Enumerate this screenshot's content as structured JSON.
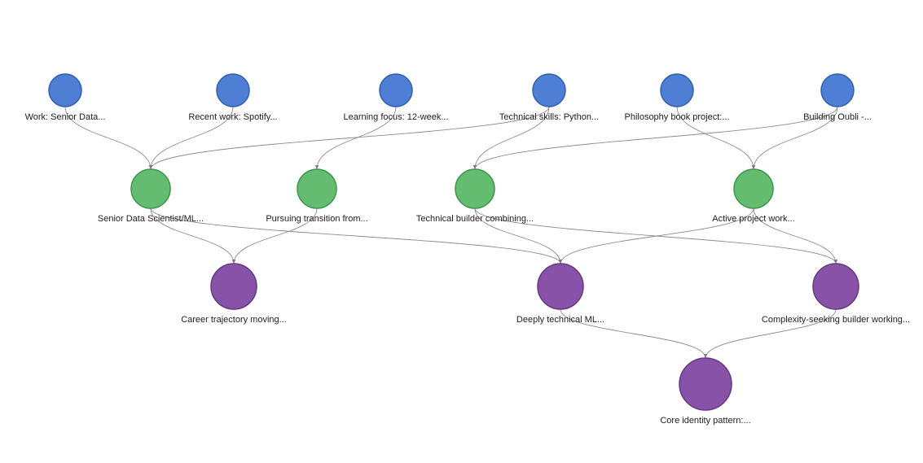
{
  "colors": {
    "fact": "#4f7fd5",
    "fact_stroke": "#2f5fae",
    "trait": "#63bc6f",
    "trait_stroke": "#3f9449",
    "pattern": "#8852a9",
    "pattern_stroke": "#66397f",
    "edge": "#8c8c8c"
  },
  "nodes": [
    {
      "id": "f1",
      "tier": "fact",
      "label": "Work: Senior Data..."
    },
    {
      "id": "f2",
      "tier": "fact",
      "label": "Recent work: Spotify..."
    },
    {
      "id": "f3",
      "tier": "fact",
      "label": "Learning focus: 12-week..."
    },
    {
      "id": "f4",
      "tier": "fact",
      "label": "Technical skills: Python..."
    },
    {
      "id": "f5",
      "tier": "fact",
      "label": "Philosophy book project:..."
    },
    {
      "id": "f6",
      "tier": "fact",
      "label": "Building Oubli -..."
    },
    {
      "id": "t1",
      "tier": "trait",
      "label": "Senior Data Scientist/ML..."
    },
    {
      "id": "t2",
      "tier": "trait",
      "label": "Pursuing transition from..."
    },
    {
      "id": "t3",
      "tier": "trait",
      "label": "Technical builder combining..."
    },
    {
      "id": "t4",
      "tier": "trait",
      "label": "Active project work..."
    },
    {
      "id": "p1",
      "tier": "pattern",
      "label": "Career trajectory moving..."
    },
    {
      "id": "p2",
      "tier": "pattern",
      "label": "Deeply technical ML..."
    },
    {
      "id": "p3",
      "tier": "pattern",
      "label": "Complexity-seeking builder working..."
    },
    {
      "id": "c1",
      "tier": "core",
      "label": "Core identity pattern:..."
    }
  ],
  "edges": [
    {
      "from": "f1",
      "to": "t1"
    },
    {
      "from": "f2",
      "to": "t1"
    },
    {
      "from": "f4",
      "to": "t1"
    },
    {
      "from": "f3",
      "to": "t2"
    },
    {
      "from": "f4",
      "to": "t3"
    },
    {
      "from": "f6",
      "to": "t3"
    },
    {
      "from": "f5",
      "to": "t4"
    },
    {
      "from": "f6",
      "to": "t4"
    },
    {
      "from": "t1",
      "to": "p1"
    },
    {
      "from": "t2",
      "to": "p1"
    },
    {
      "from": "t1",
      "to": "p2"
    },
    {
      "from": "t3",
      "to": "p2"
    },
    {
      "from": "t4",
      "to": "p2"
    },
    {
      "from": "t3",
      "to": "p3"
    },
    {
      "from": "t4",
      "to": "p3"
    },
    {
      "from": "p2",
      "to": "c1"
    },
    {
      "from": "p3",
      "to": "c1"
    }
  ]
}
